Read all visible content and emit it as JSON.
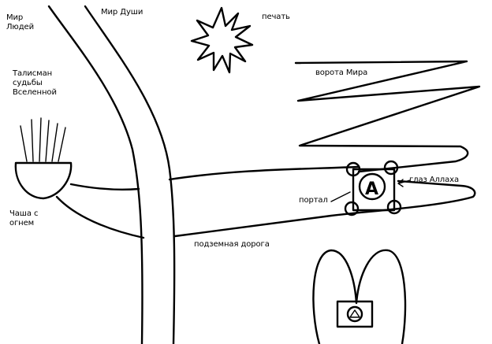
{
  "labels": {
    "world_of_people": "Мир\nЛюдей",
    "world_of_soul": "Мир Души",
    "seal": "печать",
    "talisman": "Талисман\nсудьбы\nВселенной",
    "gate_of_world": "ворота Мира",
    "eye_of_allah": "глаз Аллаха",
    "portal": "портал",
    "bowl_of_fire": "Чаша с\nогнем",
    "underground_road": "подземная дорога",
    "portal_letter": "A"
  },
  "colors": {
    "ink": "#000000",
    "background": "#ffffff"
  }
}
